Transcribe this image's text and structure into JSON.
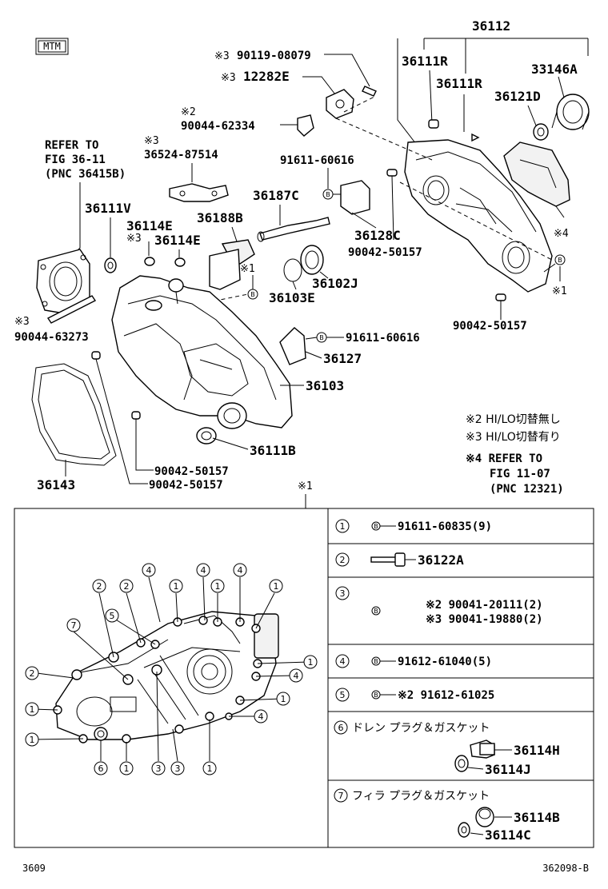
{
  "badge": "MTM",
  "labels": {
    "l36112": "36112",
    "l36111R_a": "36111R",
    "l33146A": "33146A",
    "l36111R_b": "36111R",
    "l36121D": "36121D",
    "l90119": "90119-08079",
    "l12282E": "12282E",
    "l90044_62334": "90044-62334",
    "refer1_a": "REFER TO",
    "refer1_b": "FIG 36-11",
    "refer1_c": "(PNC 36415B)",
    "l36524": "36524-87514",
    "l91611_a": "91611-60616",
    "l36187C": "36187C",
    "l36111V": "36111V",
    "l36114E_a": "36114E",
    "l36188B": "36188B",
    "l36114E_b": "36114E",
    "l36128C": "36128C",
    "l90042_a": "90042-50157",
    "l36102J": "36102J",
    "l36103E": "36103E",
    "l90042_b": "90042-50157",
    "l90044_63273": "90044-63273",
    "l91611_b": "91611-60616",
    "l36127": "36127",
    "l36103": "36103",
    "l36111B": "36111B",
    "l90042_c": "90042-50157",
    "l90042_d": "90042-50157",
    "l36143": "36143"
  },
  "marks": {
    "m3": "※3",
    "m2": "※2",
    "m1": "※1",
    "m4": "※4",
    "b": "B"
  },
  "notes": {
    "n2": "※2 HI/LO切替無し",
    "n3": "※3 HI/LO切替有り",
    "n4a": "※4 REFER TO",
    "n4b": "FIG 11-07",
    "n4c": "(PNC 12321)"
  },
  "table": {
    "title_mark": "※1",
    "rows": [
      {
        "num": "1",
        "text": "91611-60835(9)"
      },
      {
        "num": "2",
        "text": "36122A"
      },
      {
        "num": "3",
        "text_a": "※2 90041-20111(2)",
        "text_b": "※3 90041-19880(2)"
      },
      {
        "num": "4",
        "text": "91612-61040(5)"
      },
      {
        "num": "5",
        "text": "※2 91612-61025"
      },
      {
        "num": "6",
        "title": "ドレン プラグ＆ガスケット",
        "p1": "36114H",
        "p2": "36114J"
      },
      {
        "num": "7",
        "title": "フィラ プラグ＆ガスケット",
        "p1": "36114B",
        "p2": "36114C"
      }
    ]
  },
  "footer": {
    "left": "3609",
    "right": "362098-B"
  }
}
